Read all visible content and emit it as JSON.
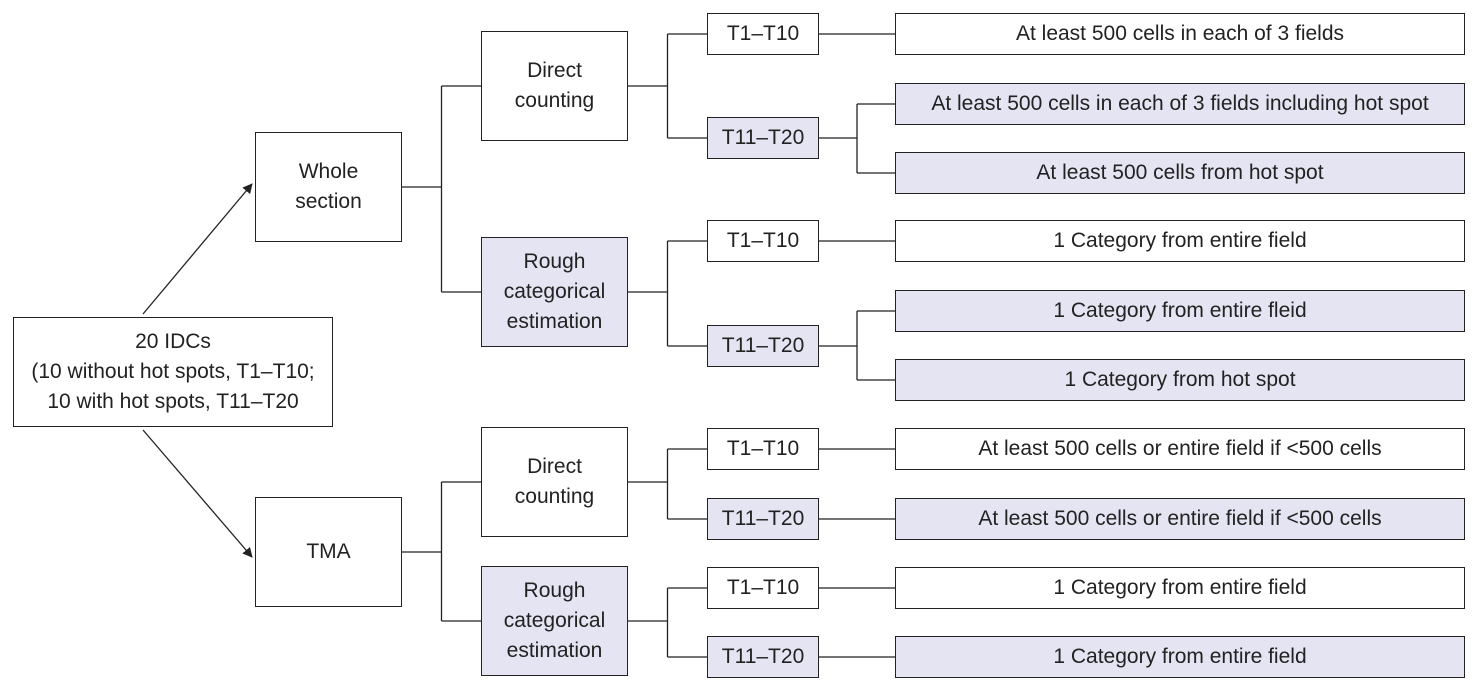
{
  "colors": {
    "shaded_fill": "#e5e4f2",
    "line": "#222222",
    "box_fill": "#ffffff"
  },
  "root": {
    "label": "20 IDCs\n(10 without hot spots, T1–T10;\n10 with hot spots, T11–T20"
  },
  "sections": [
    {
      "label": "Whole\nsection",
      "methods": [
        {
          "label": "Direct\ncounting",
          "shaded": false,
          "groups": [
            {
              "label": "T1–T10",
              "shaded": false,
              "outcomes": [
                {
                  "label": "At least 500 cells in each of 3 fields",
                  "shaded": false
                }
              ]
            },
            {
              "label": "T11–T20",
              "shaded": true,
              "outcomes": [
                {
                  "label": "At least 500 cells in each of 3 fields including hot spot",
                  "shaded": true
                },
                {
                  "label": "At least 500 cells from hot spot",
                  "shaded": true
                }
              ]
            }
          ]
        },
        {
          "label": "Rough\ncategorical\nestimation",
          "shaded": true,
          "groups": [
            {
              "label": "T1–T10",
              "shaded": false,
              "outcomes": [
                {
                  "label": "1 Category from entire field",
                  "shaded": false
                }
              ]
            },
            {
              "label": "T11–T20",
              "shaded": true,
              "outcomes": [
                {
                  "label": "1 Category from entire fleid",
                  "shaded": true
                },
                {
                  "label": "1 Category from hot spot",
                  "shaded": true
                }
              ]
            }
          ]
        }
      ]
    },
    {
      "label": "TMA",
      "methods": [
        {
          "label": "Direct\ncounting",
          "shaded": false,
          "groups": [
            {
              "label": "T1–T10",
              "shaded": false,
              "outcomes": [
                {
                  "label": "At least 500 cells or entire field if <500 cells",
                  "shaded": false
                }
              ]
            },
            {
              "label": "T11–T20",
              "shaded": true,
              "outcomes": [
                {
                  "label": "At least 500 cells or entire field if <500 cells",
                  "shaded": true
                }
              ]
            }
          ]
        },
        {
          "label": "Rough\ncategorical\nestimation",
          "shaded": true,
          "groups": [
            {
              "label": "T1–T10",
              "shaded": false,
              "outcomes": [
                {
                  "label": "1 Category from entire field",
                  "shaded": false
                }
              ]
            },
            {
              "label": "T11–T20",
              "shaded": true,
              "outcomes": [
                {
                  "label": "1 Category from entire field",
                  "shaded": true
                }
              ]
            }
          ]
        }
      ]
    }
  ]
}
